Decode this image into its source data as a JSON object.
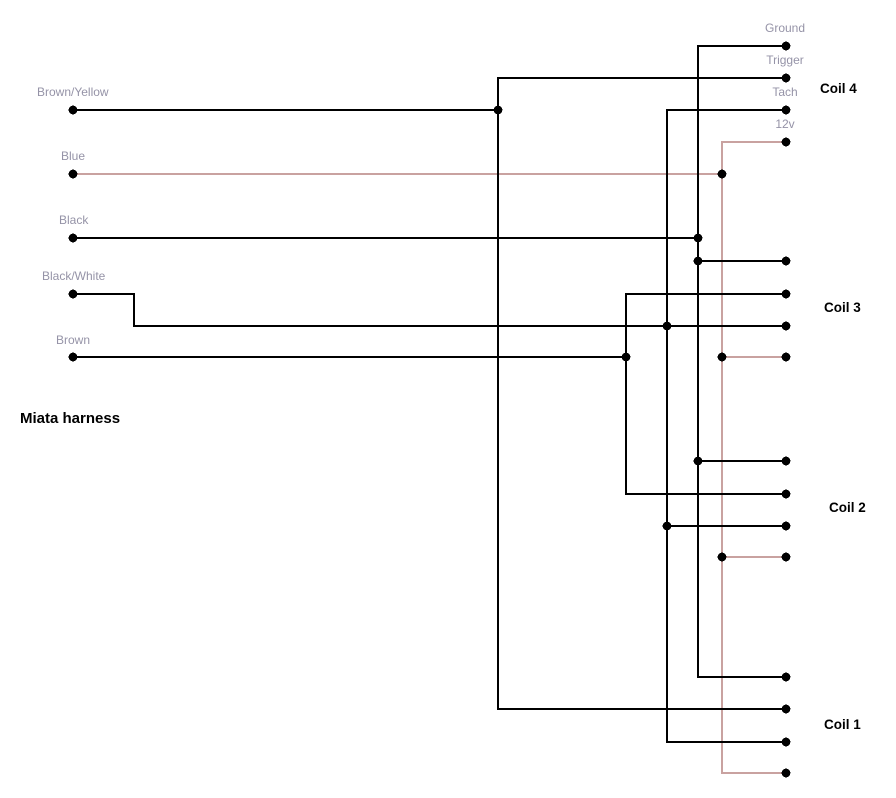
{
  "title": "Miata harness",
  "colors": {
    "background": "#ffffff",
    "wire_signal": "#000000",
    "wire_12v": "#c9a2a0",
    "junction_dot": "#000000",
    "wire_label_text": "#9593a7",
    "coil_label_text": "#000000"
  },
  "harness_wires": [
    {
      "label": "Brown/Yellow"
    },
    {
      "label": "Blue"
    },
    {
      "label": "Black"
    },
    {
      "label": "Black/White"
    },
    {
      "label": "Brown"
    }
  ],
  "coil_pins": {
    "ground": "Ground",
    "trigger": "Trigger",
    "tach": "Tach",
    "v12": "12v"
  },
  "coils": [
    {
      "label": "Coil 4"
    },
    {
      "label": "Coil 3"
    },
    {
      "label": "Coil 2"
    },
    {
      "label": "Coil 1"
    }
  ],
  "connections": [
    {
      "wire": "Brown/Yellow",
      "connects_to": [
        "Coil 4 Trigger",
        "Coil 1 Trigger"
      ]
    },
    {
      "wire": "Blue",
      "connects_to": [
        "Coil 4 12v",
        "Coil 3 12v",
        "Coil 2 12v",
        "Coil 1 12v"
      ]
    },
    {
      "wire": "Black",
      "connects_to": [
        "Coil 4 Ground",
        "Coil 3 Ground",
        "Coil 2 Ground",
        "Coil 1 Ground"
      ]
    },
    {
      "wire": "Black/White",
      "connects_to": [
        "Coil 4 Tach",
        "Coil 3 Tach",
        "Coil 2 Tach",
        "Coil 1 Tach"
      ]
    },
    {
      "wire": "Brown",
      "connects_to": [
        "Coil 3 Trigger",
        "Coil 2 Trigger"
      ]
    }
  ]
}
